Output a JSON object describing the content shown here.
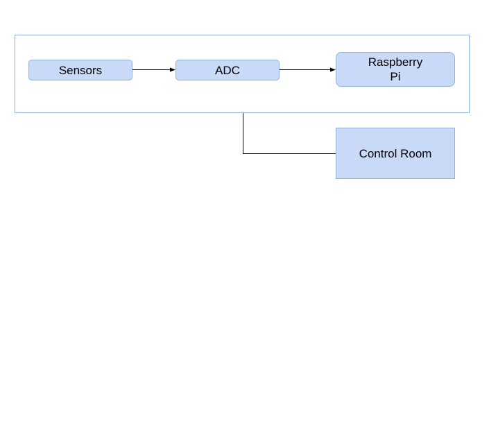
{
  "diagram": {
    "nodes": {
      "sensors": {
        "label": "Sensors"
      },
      "adc": {
        "label": "ADC"
      },
      "raspberry_pi": {
        "label": "Raspberry\nPi"
      },
      "control_room": {
        "label": "Control Room"
      }
    },
    "edges": [
      {
        "from": "Sensors",
        "to": "ADC",
        "arrow": true
      },
      {
        "from": "ADC",
        "to": "Raspberry Pi",
        "arrow": true
      },
      {
        "from": "group",
        "to": "Control Room",
        "arrow": false
      }
    ],
    "colors": {
      "node_fill": "#c9daf8",
      "node_border": "#8fb2d8",
      "connector": "#000000"
    }
  }
}
